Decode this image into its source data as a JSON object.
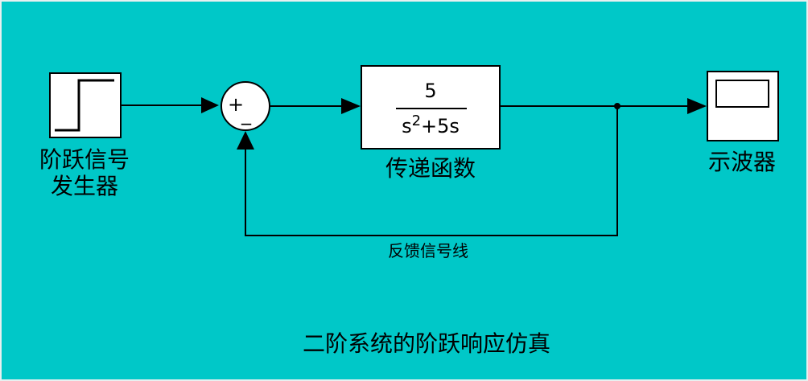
{
  "colors": {
    "background": "#00c8c8",
    "block_fill": "#ffffff",
    "line": "#000000"
  },
  "blocks": {
    "step": {
      "label_line1": "阶跃信号",
      "label_line2": "发生器"
    },
    "sum": {
      "plus": "+",
      "minus": "_",
      "bottom_sign": ""
    },
    "transfer": {
      "numerator": "5",
      "den_s": "s",
      "den_exp": "2",
      "den_rest": "+5s",
      "label": "传递函数"
    },
    "scope": {
      "label": "示波器"
    }
  },
  "feedback_label": "反馈信号线",
  "caption": "二阶系统的阶跃响应仿真"
}
